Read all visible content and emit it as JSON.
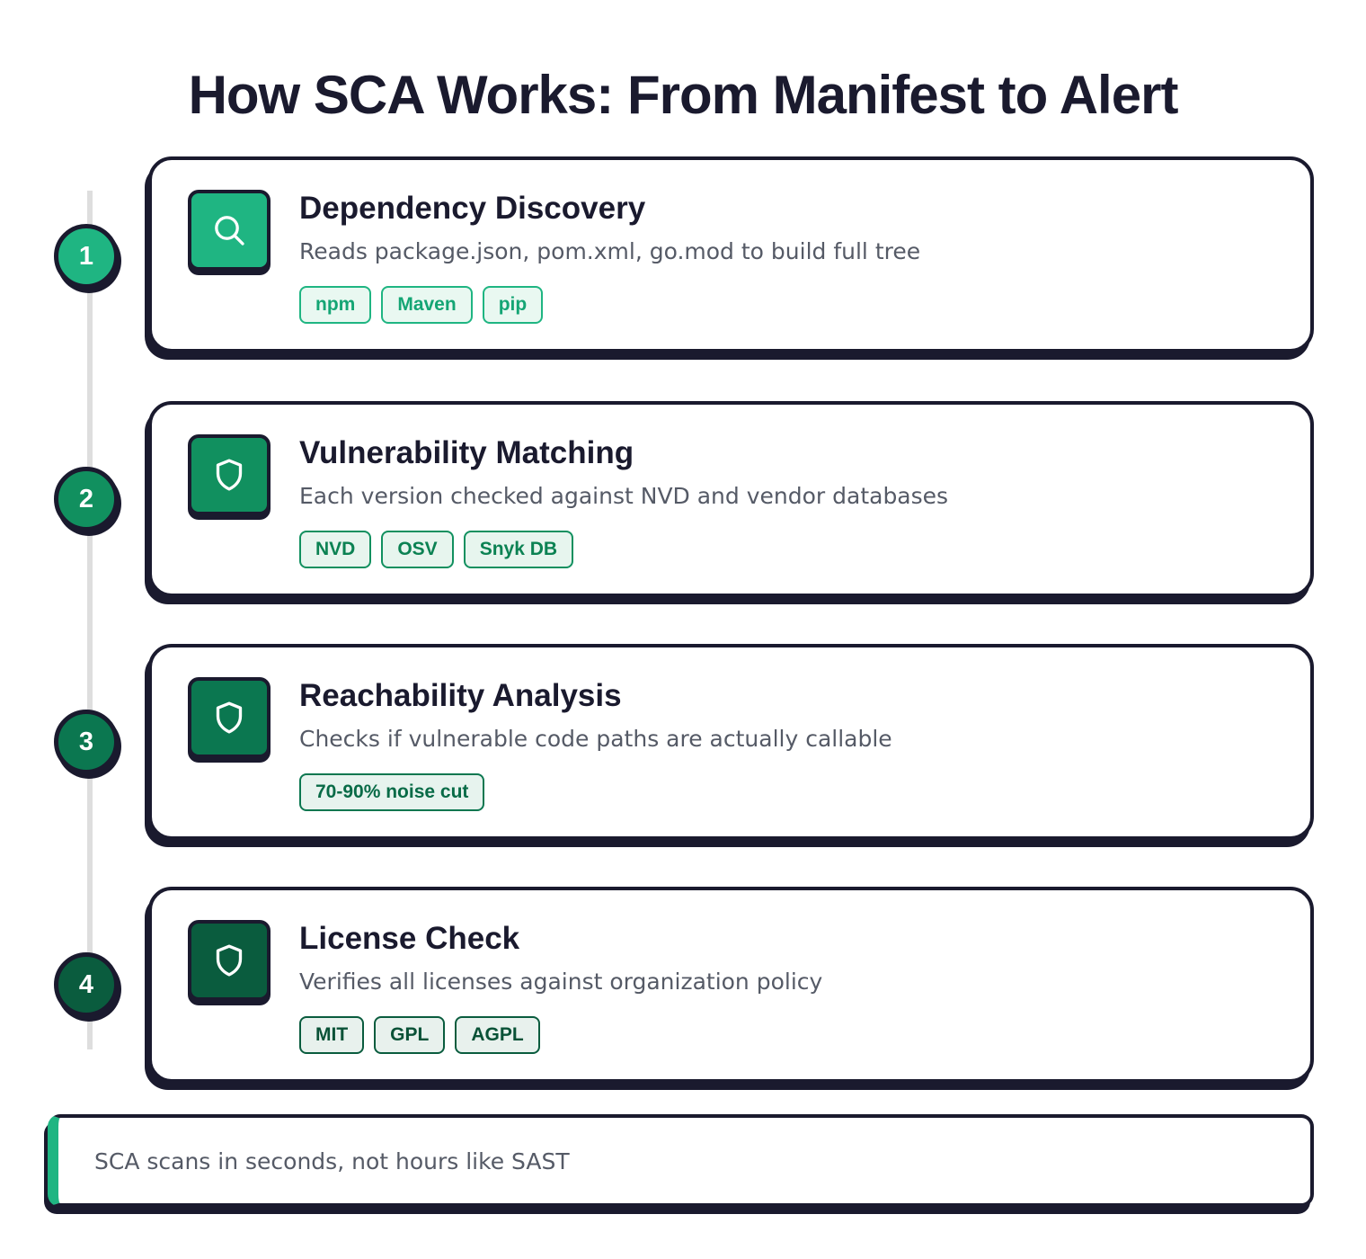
{
  "title": "How SCA Works: From Manifest to Alert",
  "colors": {
    "step1": "#1fb582",
    "step2": "#11905f",
    "step3": "#0b7750",
    "step4": "#0a5c3e",
    "outline": "#1a1a2e",
    "note_accent": "#1fb582"
  },
  "steps": [
    {
      "number": "1",
      "icon": "search-icon",
      "title": "Dependency Discovery",
      "description": "Reads package.json, pom.xml, go.mod to build full tree",
      "tags": [
        "npm",
        "Maven",
        "pip"
      ]
    },
    {
      "number": "2",
      "icon": "shield-icon",
      "title": "Vulnerability Matching",
      "description": "Each version checked against NVD and vendor databases",
      "tags": [
        "NVD",
        "OSV",
        "Snyk DB"
      ]
    },
    {
      "number": "3",
      "icon": "shield-icon",
      "title": "Reachability Analysis",
      "description": "Checks if vulnerable code paths are actually callable",
      "tags": [
        "70-90% noise cut"
      ]
    },
    {
      "number": "4",
      "icon": "shield-icon",
      "title": "License Check",
      "description": "Verifies all licenses against organization policy",
      "tags": [
        "MIT",
        "GPL",
        "AGPL"
      ]
    }
  ],
  "note": {
    "text": "SCA scans in seconds, not hours like SAST"
  }
}
